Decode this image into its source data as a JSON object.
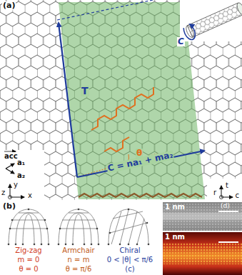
{
  "diagram": {
    "labels": [
      "(a)",
      "T",
      "C",
      "C = na₁ + ma₂",
      "θ",
      "acc",
      "a₁",
      "a₂",
      "y",
      "z",
      "x",
      "t",
      "r",
      "c",
      "(b)",
      "Zig-zag",
      "m = 0",
      "θ = 0",
      "Armchair",
      "n = m",
      "θ = π/6",
      "Chiral",
      "0 < |θ| < π/6",
      "(c)",
      "1 nm",
      "(d)",
      "1 nm"
    ]
  }
}
